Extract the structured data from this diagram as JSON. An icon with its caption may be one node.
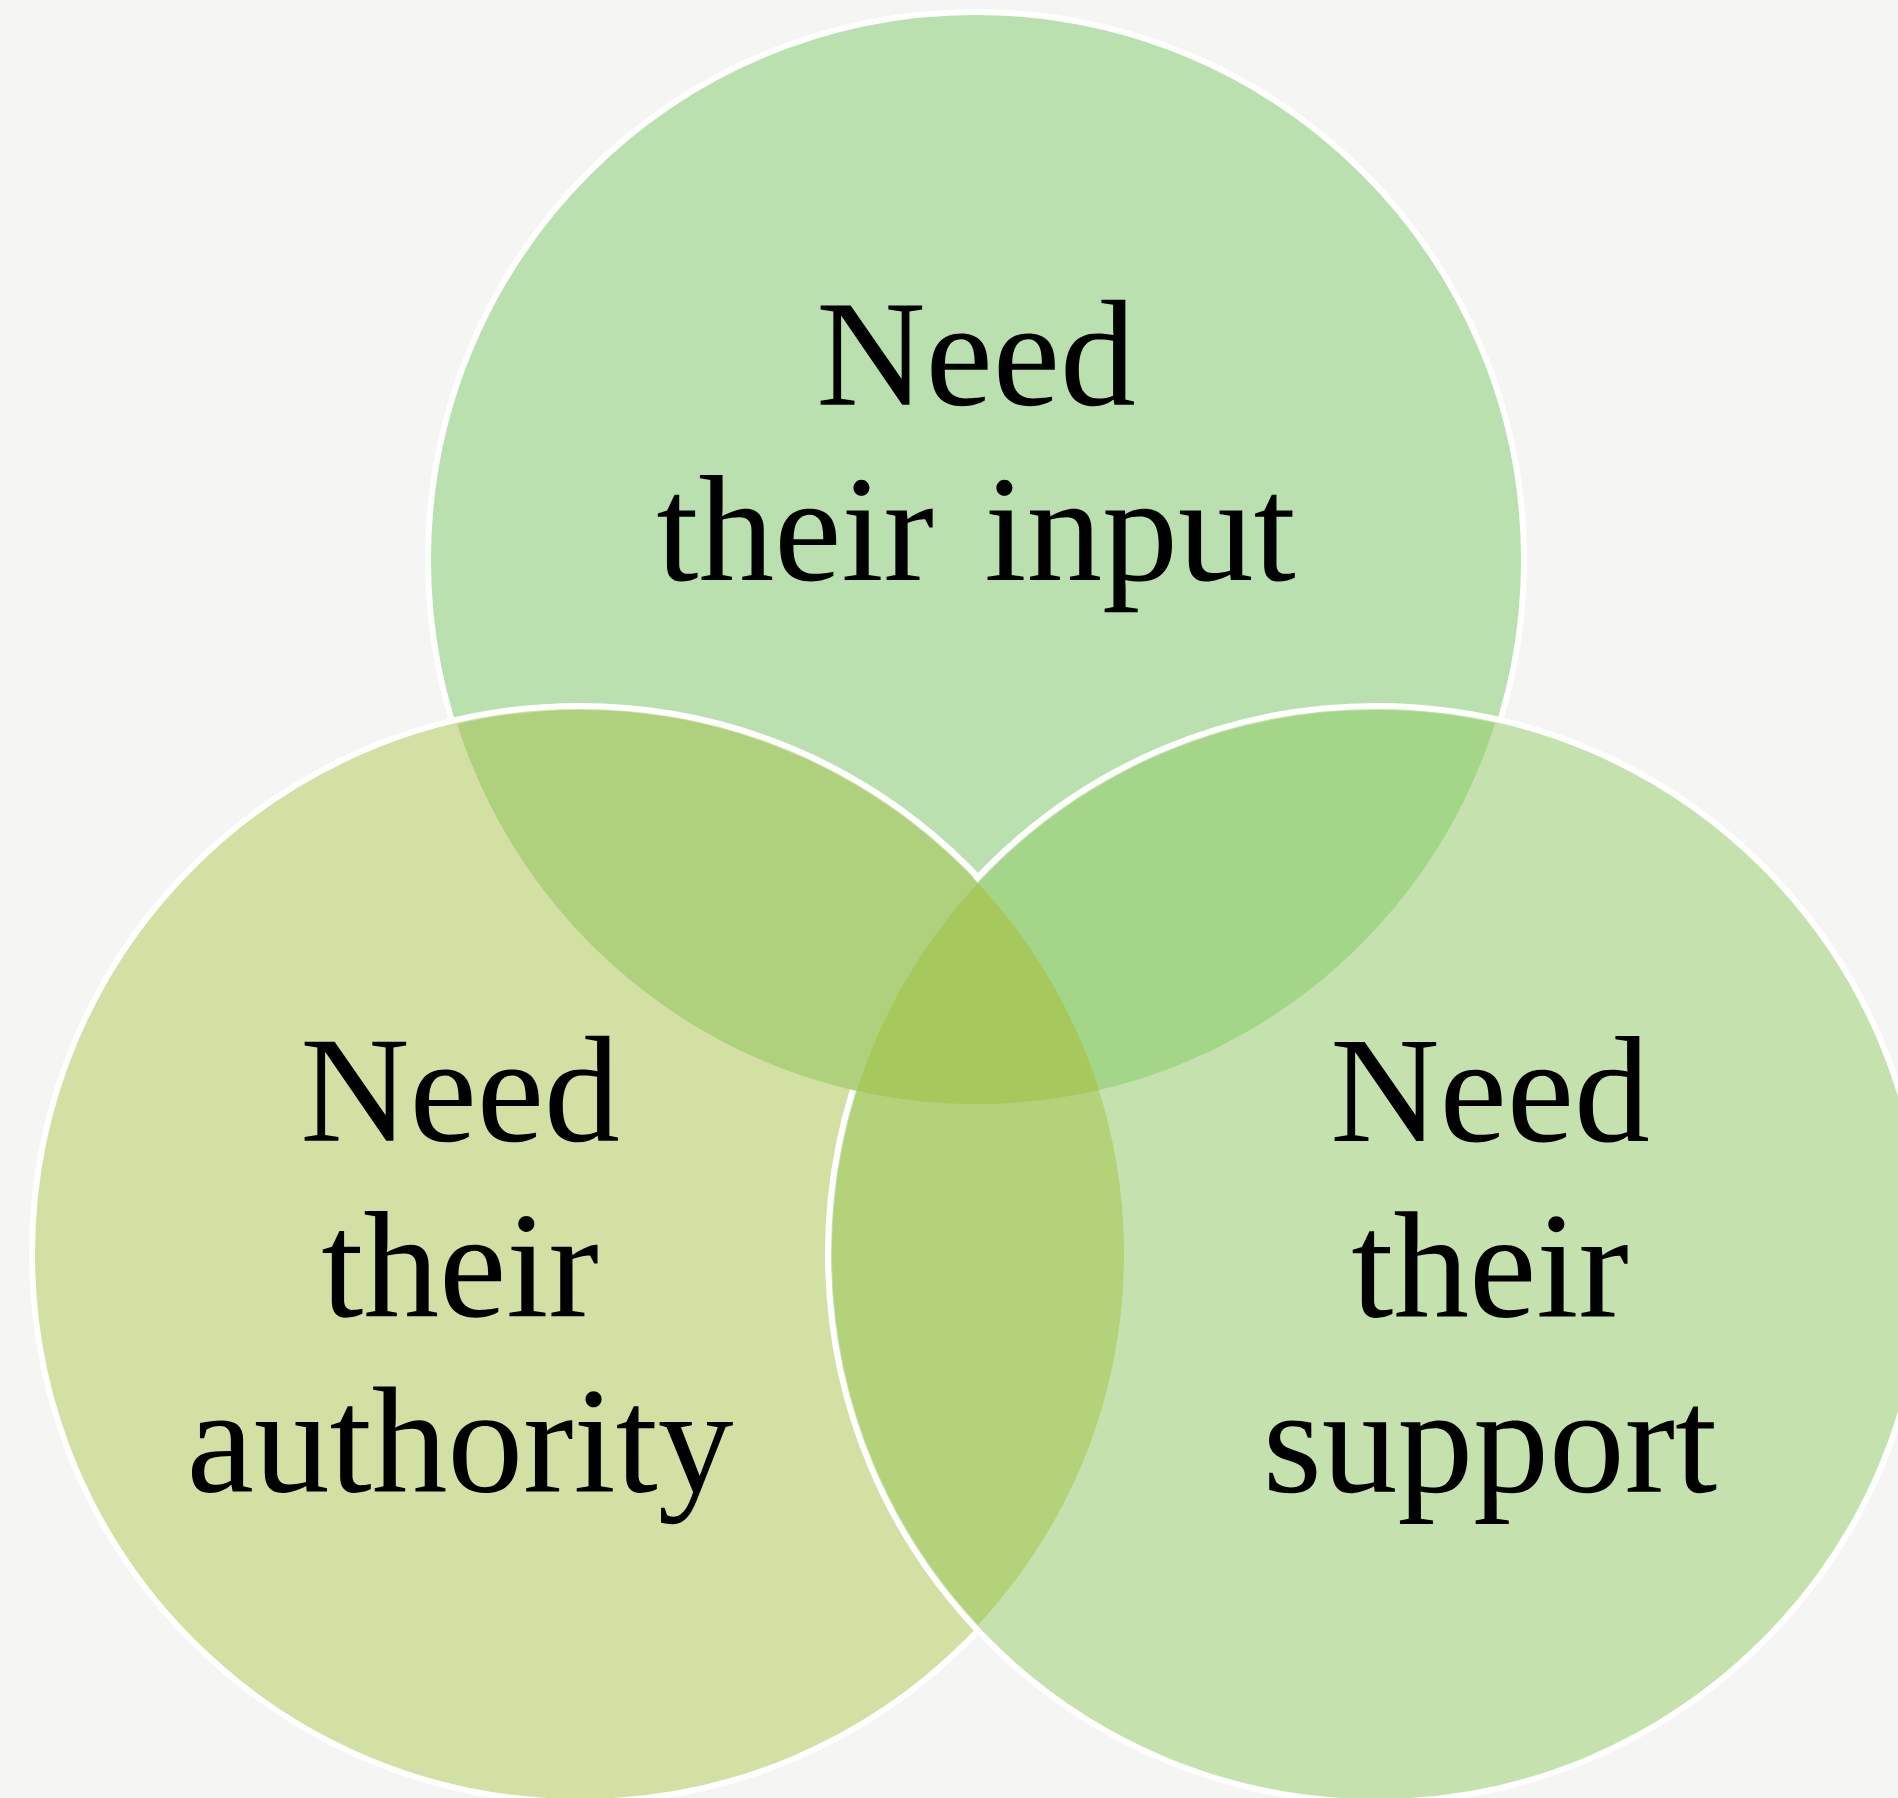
{
  "diagram": {
    "nodes": [
      {
        "text": [
          "Need their input"
        ]
      },
      {
        "text": [
          "Need their authority"
        ]
      },
      {
        "text": [
          "Need their support"
        ]
      }
    ]
  }
}
